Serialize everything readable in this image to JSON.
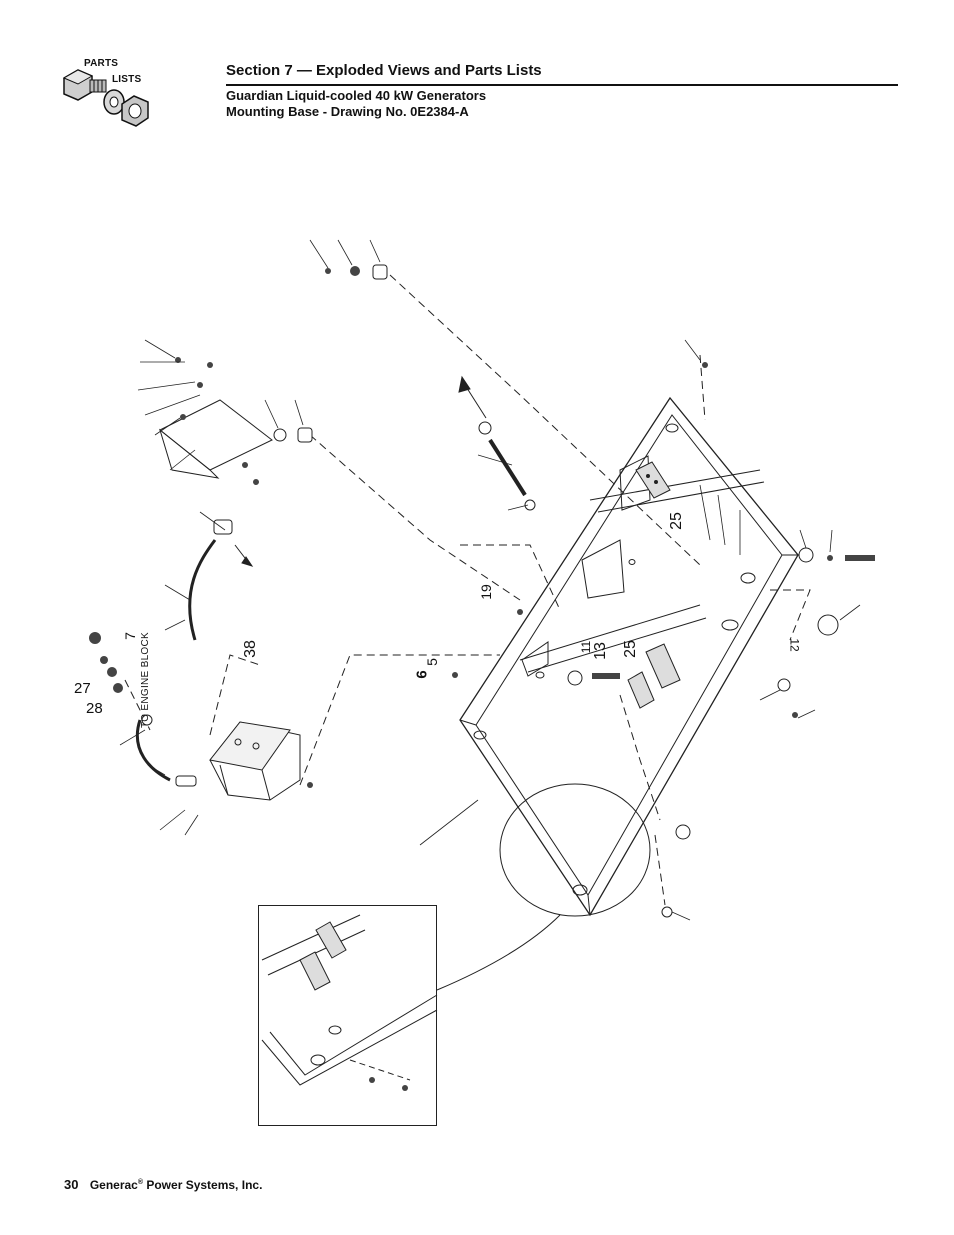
{
  "header": {
    "logo_line1": "PARTS",
    "logo_line2": "LISTS",
    "section_title": "Section 7 — Exploded Views and Parts Lists",
    "subtitle_line1": "Guardian Liquid-cooled 40 kW Generators",
    "subtitle_line2": "Mounting Base - Drawing No. 0E2384-A"
  },
  "drawing": {
    "cable_label": "TO ENGINE BLOCK",
    "callouts": {
      "c25a": "25",
      "c25b": "25",
      "c13": "13",
      "c38": "38",
      "c27": "27",
      "c28": "28",
      "c6": "6",
      "c5": "5",
      "c7": "7",
      "c19": "19",
      "c11": "11",
      "c12": "12"
    }
  },
  "footer": {
    "page_number": "30",
    "company": "Generac",
    "reg_mark": "®",
    "company_suffix": " Power Systems, Inc."
  }
}
